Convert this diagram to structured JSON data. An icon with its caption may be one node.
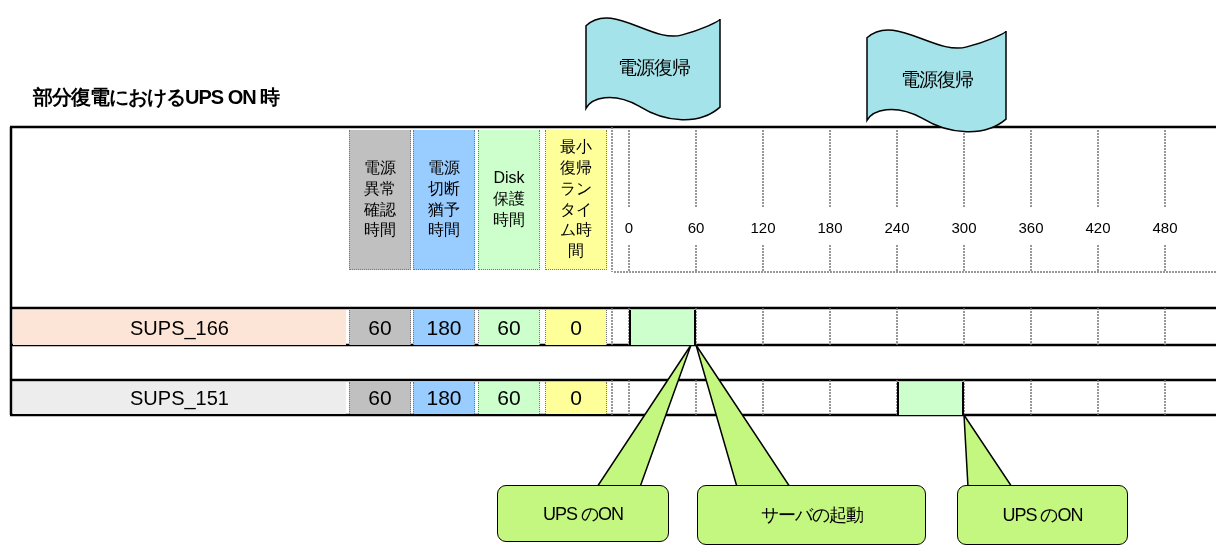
{
  "diagram": {
    "title": "部分復電におけるUPS ON 時",
    "nodes": [
      {
        "text": [
          "電源復帰"
        ]
      },
      {
        "text": [
          "電源復帰"
        ]
      },
      {
        "text": [],
        "shape": "bar"
      },
      {
        "text": [],
        "shape": "bar"
      },
      {
        "text": [
          "UPS のON"
        ]
      },
      {
        "text": [
          "サーバの起動"
        ]
      },
      {
        "text": [
          "UPS のON"
        ]
      }
    ],
    "edges": [
      {
        "from": 4,
        "to": 2,
        "arrow": "to"
      },
      {
        "from": 5,
        "to": 2,
        "arrow": "to"
      },
      {
        "from": 6,
        "to": 3,
        "arrow": "to"
      }
    ],
    "labels": [
      "電源異常確認時間",
      "電源切断猶予時間",
      "Disk保護時間",
      "最小復帰ランタイム時間",
      "0",
      "60",
      "120",
      "180",
      "240",
      "300",
      "360",
      "420",
      "480",
      "SUPS_166",
      "60",
      "180",
      "60",
      "0",
      "SUPS_151",
      "60",
      "180",
      "60",
      "0"
    ]
  }
}
